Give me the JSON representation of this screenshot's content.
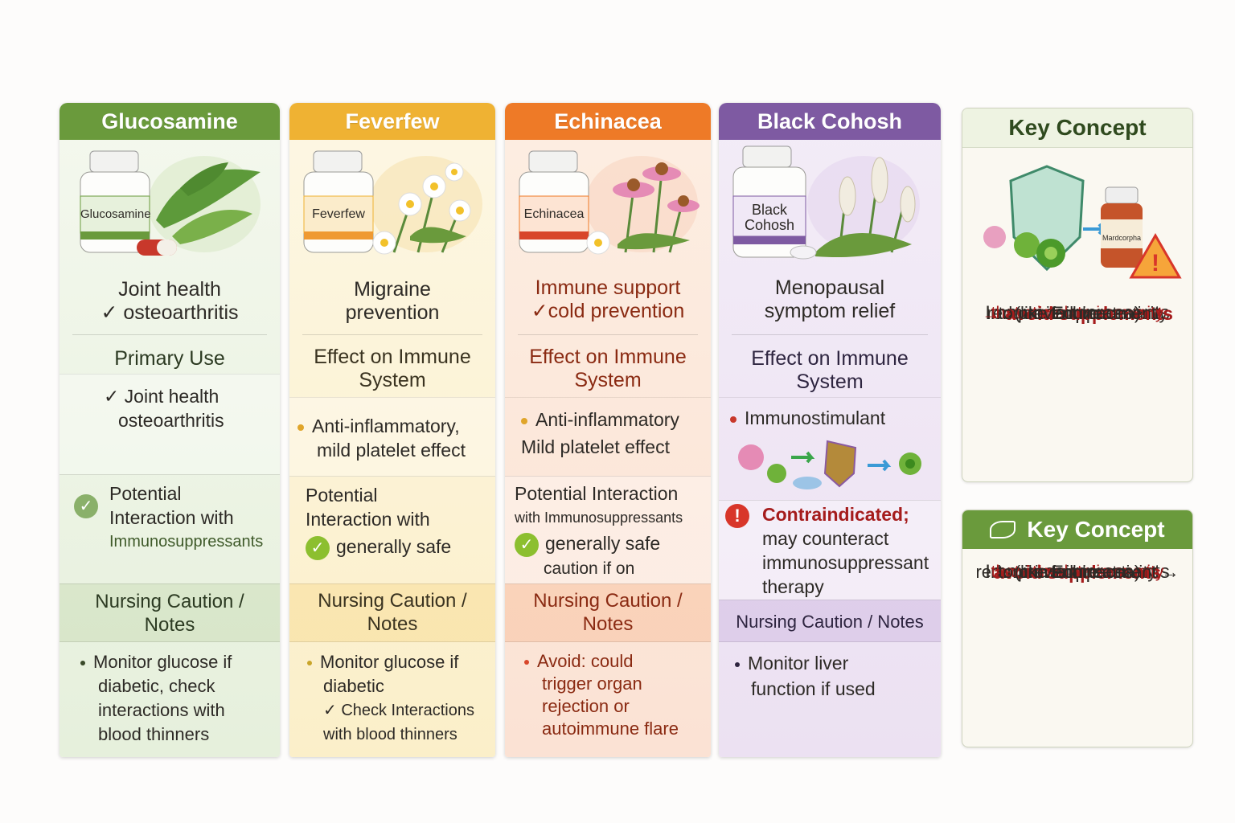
{
  "columns": [
    {
      "name": "Glucosamine",
      "bottle_label": "Glucosamine",
      "colors": {
        "header": "#6a9a3c",
        "bg": "#eef5e4",
        "dark": "#2c3a22"
      },
      "primary_use": [
        "Joint health",
        "✓ osteoarthritis"
      ],
      "section_header": "Primary Use",
      "effect": [
        "✓ Joint health",
        "osteoarthritis"
      ],
      "interaction": [
        "Potential",
        "Interaction with",
        "Immunosuppressants"
      ],
      "nursing_header": [
        "Nursing Caution /",
        "Notes"
      ],
      "notes": [
        "Monitor glucose if",
        "diabetic, check",
        "interactions with",
        "blood thinners"
      ]
    },
    {
      "name": "Feverfew",
      "bottle_label": "Feverfew",
      "colors": {
        "header": "#efb233",
        "bg": "#fcf4d9",
        "dark": "#3a3320"
      },
      "primary_use": [
        "Migraine",
        "prevention"
      ],
      "section_header": [
        "Effect on Immune",
        "System"
      ],
      "effect": [
        "Anti-inflammatory,",
        "mild platelet effect"
      ],
      "interaction": [
        "Potential",
        "Interaction with",
        "generally safe"
      ],
      "nursing_header": [
        "Nursing Caution /",
        "Notes"
      ],
      "notes": [
        "Monitor glucose if",
        "diabetic",
        "✓ Check Interactions",
        "with blood thinners"
      ]
    },
    {
      "name": "Echinacea",
      "bottle_label": "Echinacea",
      "colors": {
        "header": "#ee7a27",
        "bg": "#fce7d8",
        "dark": "#8a2a12"
      },
      "primary_use": [
        "Immune support",
        "✓cold prevention"
      ],
      "section_header": [
        "Effect on Immune",
        "System"
      ],
      "effect": [
        "Anti-inflammatory",
        "Mild platelet effect"
      ],
      "interaction": [
        "Potential Interaction",
        "with Immunosuppressants",
        "generally safe",
        "caution if on"
      ],
      "nursing_header": [
        "Nursing Caution /",
        "Notes"
      ],
      "notes": [
        "Avoid: could",
        "trigger organ",
        "rejection or",
        "autoimmune flare"
      ]
    },
    {
      "name": "Black Cohosh",
      "bottle_label": [
        "Black",
        "Cohosh"
      ],
      "colors": {
        "header": "#7e5aa2",
        "bg": "#efe6f4",
        "dark": "#2e2540"
      },
      "primary_use": [
        "Menopausal",
        "symptom relief"
      ],
      "section_header": [
        "Effect on Immune",
        "System"
      ],
      "effect": [
        "Immunostimulant"
      ],
      "interaction": [
        "Contraindicated;",
        "may counteract",
        "immunosuppressant",
        "therapy"
      ],
      "nursing_header": "Nursing Caution / Notes",
      "notes": [
        "Monitor liver",
        "function if used"
      ]
    }
  ],
  "key_concept_1": {
    "title": "Key Concept",
    "bottle_label": "Mardcorpha",
    "lines": [
      "Immunosuppressants",
      "reduce immune activity",
      "→ avoid supplements",
      "that stimulate immunity",
      "(like Echinacea)",
      "to prevent treatment",
      "failure."
    ]
  },
  "key_concept_2": {
    "title": "Key Concept",
    "lines": [
      "Immunosuppressants",
      "reduce immune activity →",
      "avoid supplements",
      "that stimulate immunity",
      "(like Echinacea)",
      "to prevent treatment",
      "failure."
    ]
  }
}
